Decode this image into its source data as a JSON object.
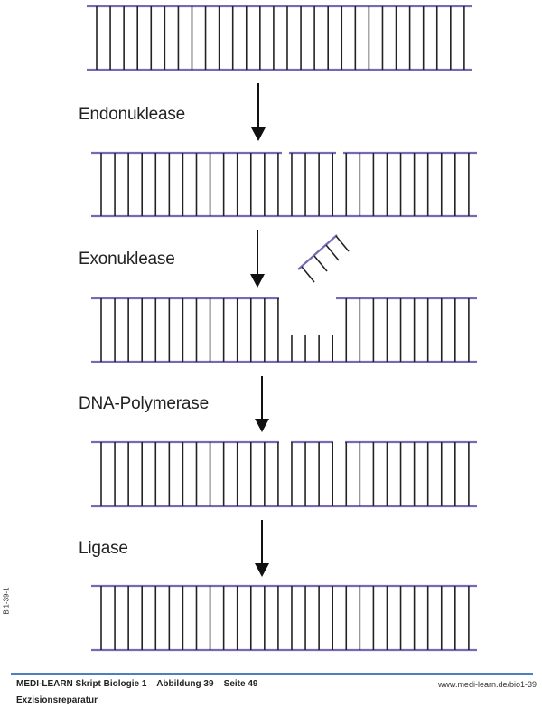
{
  "title": "Exzisionsreparatur",
  "steps": [
    {
      "label": "Endonuklease"
    },
    {
      "label": "Exonuklease"
    },
    {
      "label": "DNA-Polymerase"
    },
    {
      "label": "Ligase"
    }
  ],
  "footer": {
    "source": "MEDI-LEARN Skript Biologie 1 – Abbildung 39 – Seite 49",
    "url": "www.medi-learn.de/bio1-39",
    "caption": "Exzisionsreparatur",
    "figure_id": "Bi1-39-1"
  },
  "colors": {
    "backbone": "#7a68b5",
    "base_pair": "#222222",
    "rule": "#4a7fc1"
  }
}
